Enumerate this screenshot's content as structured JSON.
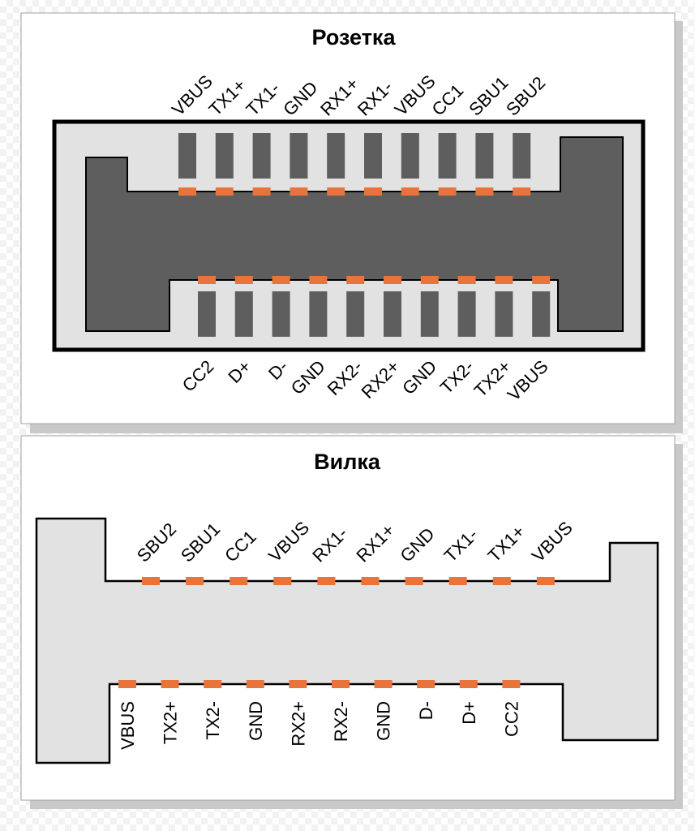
{
  "socket": {
    "title": "Розетка",
    "top_pins": [
      "VBUS",
      "TX1+",
      "TX1-",
      "GND",
      "RX1+",
      "RX1-",
      "VBUS",
      "CC1",
      "SBU1",
      "SBU2"
    ],
    "bottom_pins": [
      "CC2",
      "D+",
      "D-",
      "GND",
      "RX2-",
      "RX2+",
      "GND",
      "TX2-",
      "TX2+",
      "VBUS"
    ]
  },
  "plug": {
    "title": "Вилка",
    "top_pins": [
      "SBU2",
      "SBU1",
      "CC1",
      "VBUS",
      "RX1-",
      "RX1+",
      "GND",
      "TX1-",
      "TX1+",
      "VBUS"
    ],
    "bottom_pins": [
      "VBUS",
      "TX2+",
      "TX2-",
      "GND",
      "RX2+",
      "RX2-",
      "GND",
      "D-",
      "D+",
      "CC2"
    ]
  },
  "colors": {
    "contact": "#e8743b",
    "body_dark": "#5e5e5e",
    "body_light": "#e2e2e2",
    "outline": "#000000",
    "panel": "#ffffff",
    "shadow": "#c9c9c9"
  }
}
